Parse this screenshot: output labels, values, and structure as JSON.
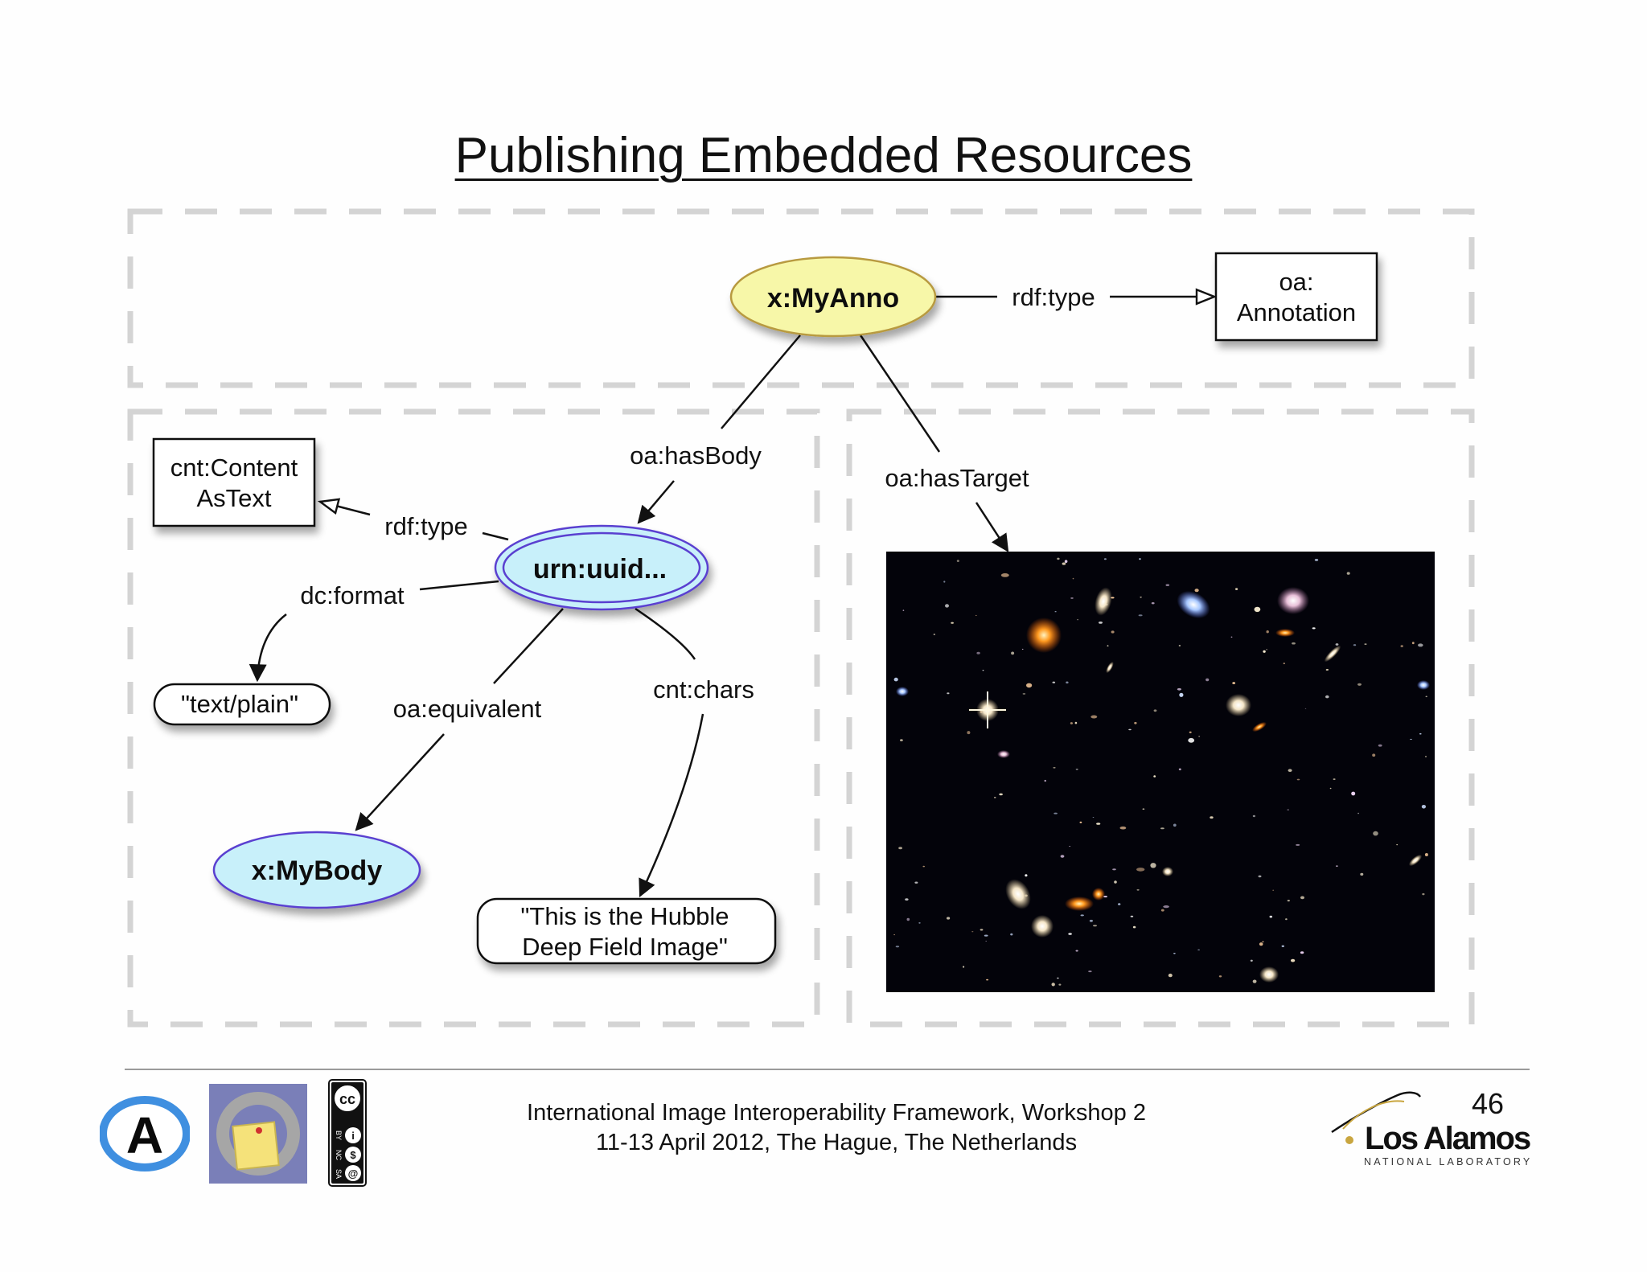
{
  "slide": {
    "title": "Publishing Embedded Resources",
    "page_number": "46",
    "footer": {
      "line1": "International Image Interoperability Framework, Workshop 2",
      "line2": "11-13 April 2012, The Hague, The Netherlands"
    },
    "lanl_logo": {
      "name": "Los Alamos",
      "subtitle": "NATIONAL LABORATORY"
    },
    "cc_license": [
      "BY",
      "NC",
      "SA"
    ]
  },
  "nodes": {
    "my_anno": "x:MyAnno",
    "annotation_class_line1": "oa:",
    "annotation_class_line2": "Annotation",
    "urn_uuid": "urn:uuid...",
    "content_class_line1": "cnt:Content",
    "content_class_line2": "AsText",
    "text_plain": "\"text/plain\"",
    "my_body": "x:MyBody",
    "chars_line1": "\"This is the Hubble",
    "chars_line2": "Deep Field Image\""
  },
  "edges": {
    "anno_type": "rdf:type",
    "has_body": "oa:hasBody",
    "has_target": "oa:hasTarget",
    "body_type": "rdf:type",
    "dc_format": "dc:format",
    "equivalent": "oa:equivalent",
    "cnt_chars": "cnt:chars"
  },
  "colors": {
    "anno_fill": "#f7f7a8",
    "body_fill": "#c8f0fa",
    "body_stroke": "#5a3fd0",
    "dash_box": "#d4d4d4"
  },
  "icons": {
    "logo_a": "a-letter-logo",
    "logo_b": "sticky-note-logo",
    "target_image": "hubble-deep-field-image"
  }
}
